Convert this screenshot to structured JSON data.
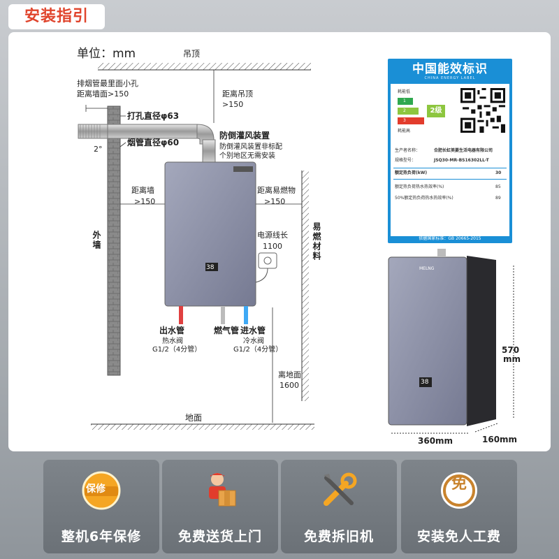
{
  "header": {
    "title": "安装指引"
  },
  "diagram": {
    "unit": "单位：mm",
    "ceiling": "吊顶",
    "floor": "地面",
    "outer_wall": "外墙",
    "combustible": "易燃材料",
    "flue_hole_note": "排烟管最里面小孔",
    "flue_hole_dist": "距离墙面>150",
    "dist_ceiling": "距离吊顶",
    "dist_ceiling_val": ">150",
    "drill_diameter": "打孔直径φ63",
    "pipe_diameter": "烟管直径φ60",
    "slope": "2°",
    "anti_wind": "防倒灌风装置",
    "anti_wind_note1": "防倒灌风装置非标配",
    "anti_wind_note2": "个别地区无需安装",
    "dist_wall": "距离墙",
    "dist_wall_val": ">150",
    "dist_flam": "距离易燃物",
    "dist_flam_val": ">150",
    "power_cord": "电源线长",
    "power_cord_val": "1100",
    "outlet": "出水管",
    "outlet_sub1": "热水阀",
    "outlet_sub2": "G1/2（4分管）",
    "gas": "燃气管",
    "inlet": "进水管",
    "inlet_sub1": "冷水阀",
    "inlet_sub2": "G1/2（4分管）",
    "height": "离地面",
    "height_val": "1600",
    "display": "38"
  },
  "energy_label": {
    "title": "中国能效标识",
    "subtitle": "CHINA ENERGY LABEL",
    "low": "耗能低",
    "high": "耗能高",
    "grade": "2级",
    "levels": [
      "1",
      "2",
      "3"
    ],
    "maker_label": "生产者名称：",
    "maker": "合肥长虹美菱生活电器有限公司",
    "model_label": "规格型号：",
    "model": "JSQ30-MR-BS16302LL-T",
    "rows": [
      {
        "label": "额定热负荷(kW)",
        "value": "30"
      },
      {
        "label": "额定热负荷热水热效率(%)",
        "value": "85"
      },
      {
        "label": "50%额定热负荷热水热效率(%)",
        "value": "89"
      }
    ],
    "footer": "依据国家标准：GB 20665-2015"
  },
  "product": {
    "brand": "MELNG",
    "display": "38",
    "height": "570",
    "height_unit": "mm",
    "width": "360mm",
    "depth": "160mm"
  },
  "services": [
    {
      "label": "整机6年保修",
      "badge": "保修",
      "icon": "warranty-badge-icon"
    },
    {
      "label": "免费送货上门",
      "icon": "delivery-person-icon"
    },
    {
      "label": "免费拆旧机",
      "icon": "tools-icon"
    },
    {
      "label": "安装免人工费",
      "badge": "免",
      "icon": "free-badge-icon"
    }
  ],
  "colors": {
    "accent": "#e0442c",
    "energy_blue": "#1a8fd6",
    "heater": "#8a8ea6"
  }
}
